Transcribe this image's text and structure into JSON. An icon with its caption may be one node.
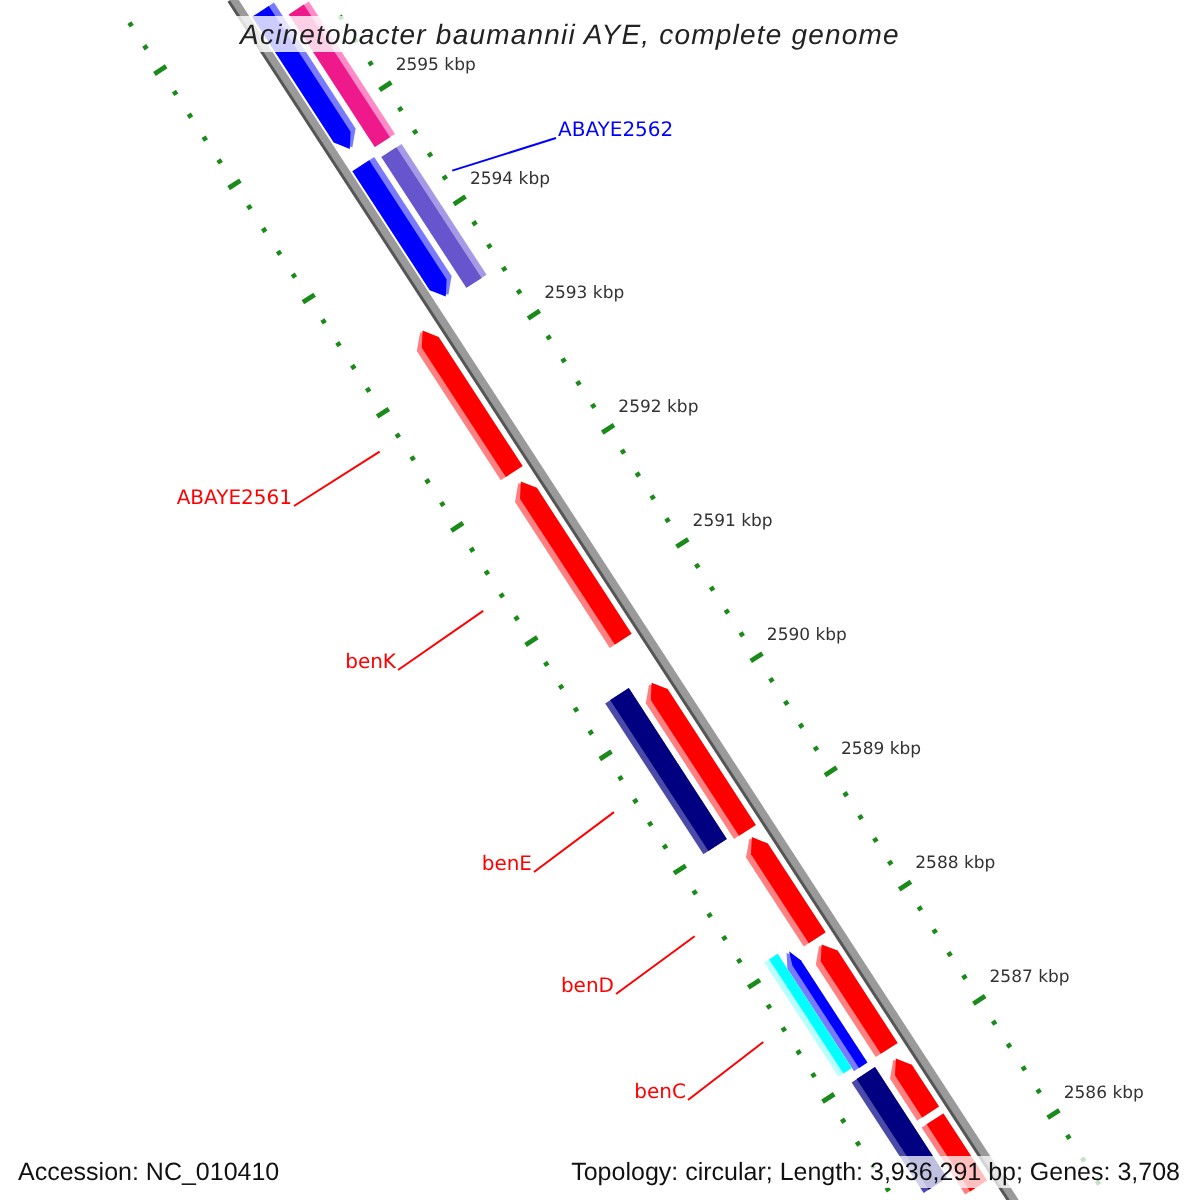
{
  "diagram": {
    "title": "Acinetobacter baumannii AYE, complete genome",
    "nodes": [
      {
        "text": [
          "ABAYE2562"
        ]
      },
      {
        "text": [
          "ABAYE2561"
        ]
      },
      {
        "text": [
          "benK"
        ]
      },
      {
        "text": [
          "benE"
        ]
      },
      {
        "text": [
          "benD"
        ]
      },
      {
        "text": [
          "benC"
        ]
      }
    ],
    "edges": [
      {
        "from": 0,
        "to": null,
        "arrow": "none",
        "color": "#0000ff"
      },
      {
        "from": 1,
        "to": null,
        "arrow": "none"
      },
      {
        "from": 2,
        "to": null,
        "arrow": "none"
      },
      {
        "from": 3,
        "to": null,
        "arrow": "none"
      },
      {
        "from": 4,
        "to": null,
        "arrow": "none"
      },
      {
        "from": 5,
        "to": null,
        "arrow": "none"
      }
    ],
    "labels": [
      "2595 kbp",
      "2594 kbp",
      "2593 kbp",
      "2592 kbp",
      "2591 kbp",
      "2590 kbp",
      "2589 kbp",
      "2588 kbp",
      "2587 kbp",
      "2586 kbp",
      "Accession: NC_010410",
      "Topology: circular; Length: 3,936,291 bp; Genes: 3,708"
    ]
  }
}
